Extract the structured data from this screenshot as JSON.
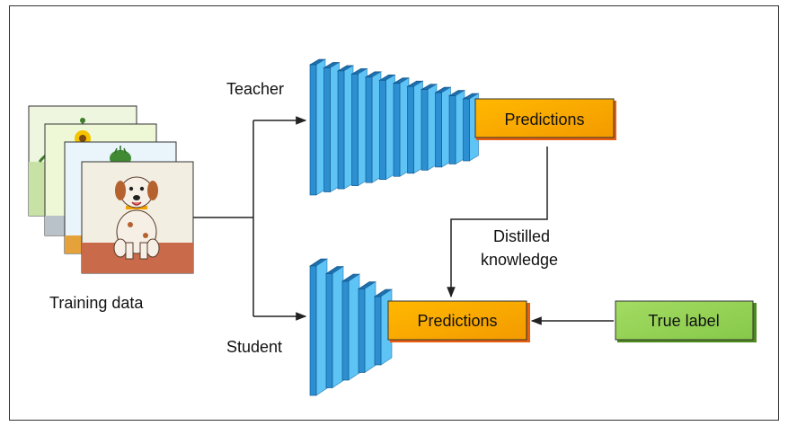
{
  "labels": {
    "teacher": "Teacher",
    "student": "Student",
    "training_data": "Training data",
    "distilled_line1": "Distilled",
    "distilled_line2": "knowledge"
  },
  "boxes": {
    "teacher_predictions": "Predictions",
    "student_predictions": "Predictions",
    "true_label": "True label"
  },
  "colors": {
    "layer_front": "#2b8fd1",
    "layer_face": "#5ec3f5",
    "layer_top": "#1e6fae",
    "prediction_fill": "#f7a600",
    "prediction_edge": "#e85f10",
    "true_label_fill": "#8fd14f",
    "true_label_edge": "#4f8a1f",
    "arrow": "#222222"
  },
  "icons": {
    "training_images": [
      "plant-image",
      "sunflower-image",
      "cactus-image",
      "dog-image"
    ]
  }
}
